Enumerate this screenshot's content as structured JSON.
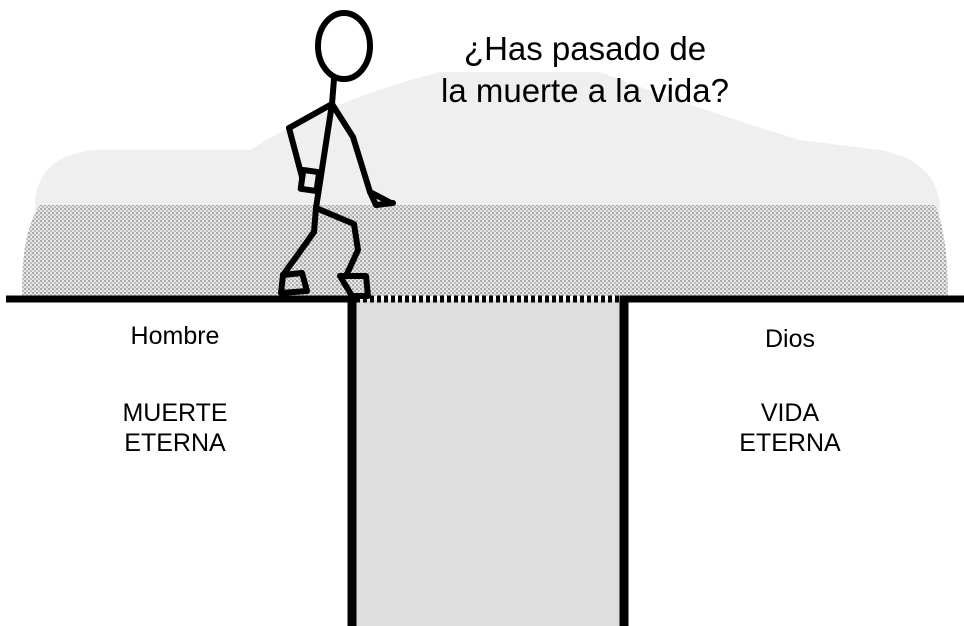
{
  "question": "¿Has pasado de\nla muerte a la vida?",
  "left_side": {
    "title": "Hombre",
    "state": "MUERTE\nETERNA"
  },
  "right_side": {
    "title": "Dios",
    "state": "VIDA\nETERNA"
  },
  "colors": {
    "ground_line": "#000000",
    "chasm_fill": "#dedede",
    "mound_light": "#f0f0f0",
    "mound_dotted": "#cfcfcf"
  }
}
